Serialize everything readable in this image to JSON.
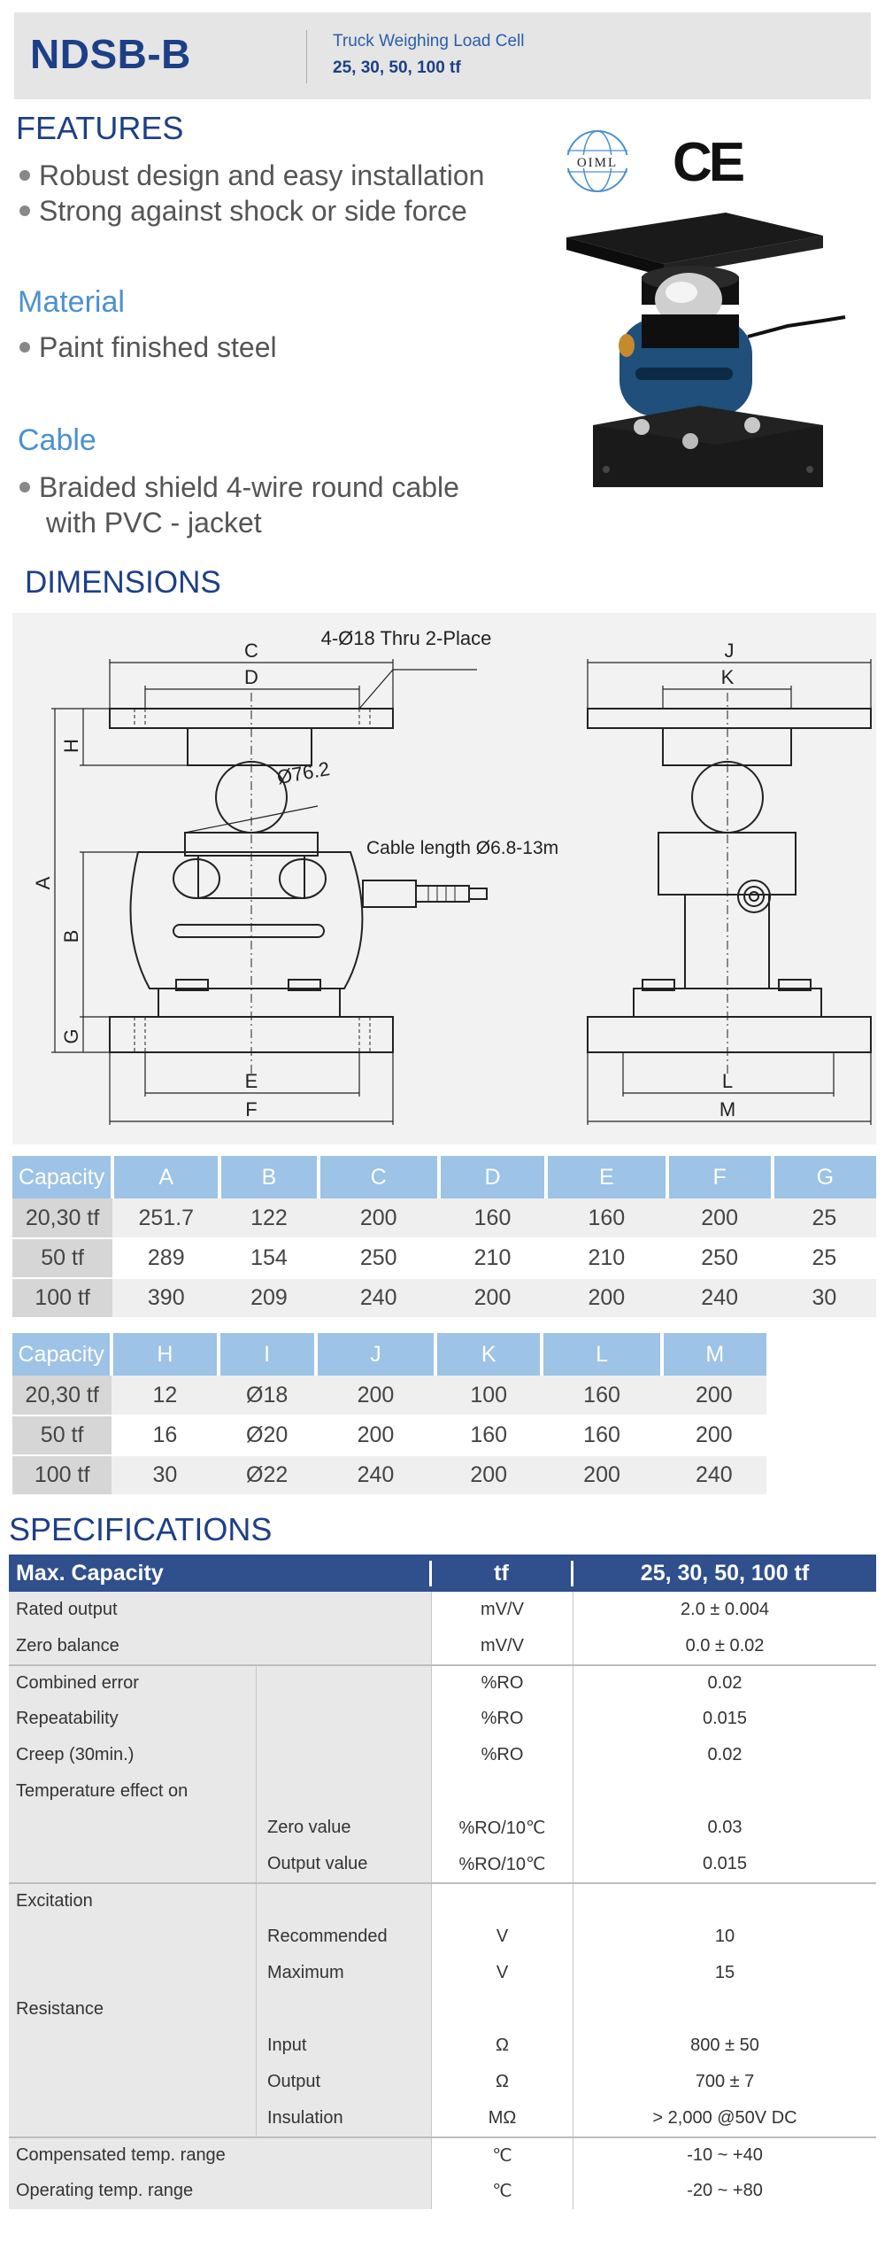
{
  "header": {
    "model": "NDSB-B",
    "subtitle": "Truck Weighing Load Cell",
    "capacities": "25, 30, 50, 100 tf"
  },
  "features": {
    "title": "FEATURES",
    "items": [
      "Robust design and easy installation",
      "Strong against shock or side force"
    ]
  },
  "material": {
    "title": "Material",
    "items": [
      "Paint finished steel"
    ]
  },
  "cable": {
    "title": "Cable",
    "line1": "Braided shield 4-wire round cable",
    "line2": "with PVC - jacket"
  },
  "logos": {
    "oiml": "OIML",
    "ce": "CE"
  },
  "dimensions": {
    "title": "DIMENSIONS",
    "drawing": {
      "hole_note": "4-Ø18 Thru 2-Place",
      "ball_dia": "Ø76.2",
      "cable_note": "Cable length Ø6.8-13m",
      "letters": [
        "A",
        "B",
        "C",
        "D",
        "E",
        "F",
        "G",
        "H",
        "J",
        "K",
        "L",
        "M"
      ]
    },
    "table1": {
      "headers": [
        "Capacity",
        "A",
        "B",
        "C",
        "D",
        "E",
        "F",
        "G"
      ],
      "rows": [
        [
          "20,30 tf",
          "251.7",
          "122",
          "200",
          "160",
          "160",
          "200",
          "25"
        ],
        [
          "50 tf",
          "289",
          "154",
          "250",
          "210",
          "210",
          "250",
          "25"
        ],
        [
          "100 tf",
          "390",
          "209",
          "240",
          "200",
          "200",
          "240",
          "30"
        ]
      ]
    },
    "table2": {
      "headers": [
        "Capacity",
        "H",
        "I",
        "J",
        "K",
        "L",
        "M"
      ],
      "rows": [
        [
          "20,30 tf",
          "12",
          "Ø18",
          "200",
          "100",
          "160",
          "200"
        ],
        [
          "50 tf",
          "16",
          "Ø20",
          "200",
          "160",
          "160",
          "200"
        ],
        [
          "100 tf",
          "30",
          "Ø22",
          "240",
          "200",
          "200",
          "240"
        ]
      ]
    }
  },
  "specifications": {
    "title": "SPECIFICATIONS",
    "header": [
      "Max. Capacity",
      "tf",
      "25, 30, 50, 100 tf"
    ],
    "rows": [
      {
        "label": "Rated output",
        "sub": "",
        "unit": "mV/V",
        "value": "2.0 ± 0.004"
      },
      {
        "label": "Zero balance",
        "sub": "",
        "unit": "mV/V",
        "value": "0.0 ± 0.02"
      },
      {
        "label": "Combined error",
        "sub": "",
        "unit": "%RO",
        "value": "0.02"
      },
      {
        "label": "Repeatability",
        "sub": "",
        "unit": "%RO",
        "value": "0.015"
      },
      {
        "label": "Creep (30min.)",
        "sub": "",
        "unit": "%RO",
        "value": "0.02"
      },
      {
        "label": "Temperature effect on",
        "sub": "",
        "unit": "",
        "value": ""
      },
      {
        "label": "",
        "sub": "Zero value",
        "unit": "%RO/10℃",
        "value": "0.03"
      },
      {
        "label": "",
        "sub": "Output  value",
        "unit": "%RO/10℃",
        "value": "0.015"
      },
      {
        "label": "Excitation",
        "sub": "",
        "unit": "",
        "value": ""
      },
      {
        "label": "",
        "sub": "Recommended",
        "unit": "V",
        "value": "10"
      },
      {
        "label": "",
        "sub": "Maximum",
        "unit": "V",
        "value": "15"
      },
      {
        "label": "Resistance",
        "sub": "",
        "unit": "",
        "value": ""
      },
      {
        "label": "",
        "sub": "Input",
        "unit": "Ω",
        "value": "800 ± 50"
      },
      {
        "label": "",
        "sub": "Output",
        "unit": "Ω",
        "value": "700 ± 7"
      },
      {
        "label": "",
        "sub": "Insulation",
        "unit": "MΩ",
        "value": "> 2,000 @50V DC"
      },
      {
        "label": "Compensated temp. range",
        "sub": "",
        "unit": "℃",
        "value": "-10 ~ +40"
      },
      {
        "label": "Operating temp. range",
        "sub": "",
        "unit": "℃",
        "value": "-20 ~ +80"
      }
    ]
  }
}
